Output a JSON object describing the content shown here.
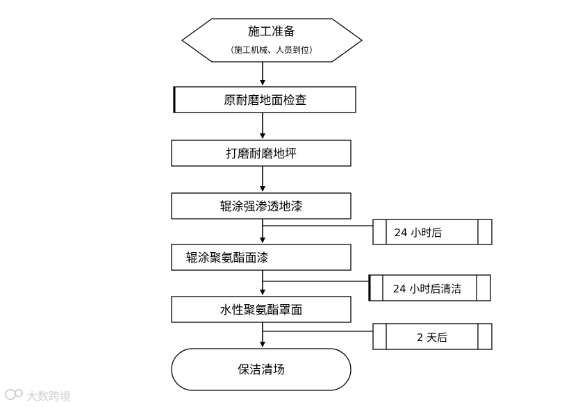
{
  "flowchart": {
    "start": {
      "title": "施工准备",
      "subtitle": "（施工机械、人员到位）"
    },
    "steps": [
      "原耐磨地面检查",
      "打磨耐磨地坪",
      "辊涂强渗透地漆",
      "辊涂聚氨酯面漆",
      "水性聚氨酯罩面"
    ],
    "notes": [
      "24 小时后",
      "24 小时后清洁",
      "2 天后"
    ],
    "end": "保洁清场"
  },
  "watermark": "大数跨境"
}
